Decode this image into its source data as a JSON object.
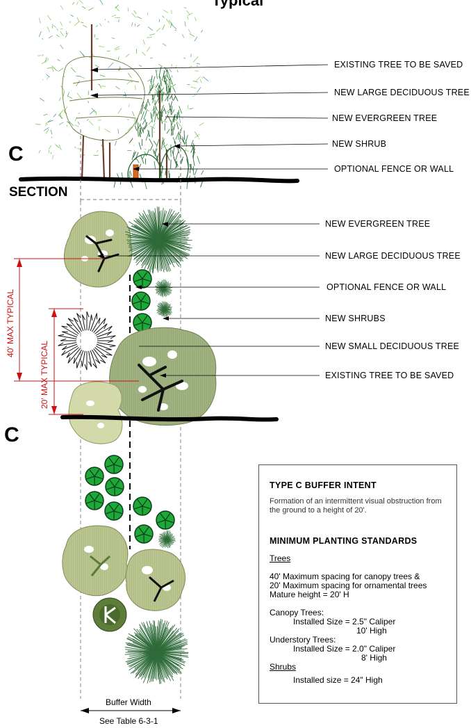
{
  "title_fragment": "Typical",
  "section_letter_top": "C",
  "section_word": "SECTION",
  "section_letter_plan": "C",
  "section_labels": [
    "EXISTING TREE TO BE SAVED",
    "NEW LARGE DECIDUOUS TREE",
    "NEW EVERGREEN TREE",
    "NEW SHRUB",
    "OPTIONAL FENCE OR WALL"
  ],
  "plan_labels": [
    "NEW EVERGREEN TREE",
    "NEW LARGE DECIDUOUS TREE",
    "OPTIONAL FENCE OR WALL",
    "NEW SHRUBS",
    "NEW SMALL DECIDUOUS TREE",
    "EXISTING TREE TO BE SAVED"
  ],
  "dimensions": {
    "forty": "40' MAX TYPICAL",
    "twenty": "20' MAX TYPICAL"
  },
  "buffer": {
    "width_label": "Buffer Width",
    "table_ref": "See Table 6-3-1"
  },
  "intent_box": {
    "heading": "TYPE C BUFFER INTENT",
    "description": "Formation of an intermittent visual obstruction from the ground to a height of 20'.",
    "standards_heading": "MINIMUM PLANTING STANDARDS",
    "trees_heading": "Trees",
    "trees_lines": [
      "40' Maximum spacing for canopy trees &",
      "20' Maximum spacing for ornamental trees",
      "Mature height = 20' H"
    ],
    "canopy_heading": "Canopy Trees:",
    "canopy_size": "Installed Size = 2.5\" Caliper",
    "canopy_height": "10' High",
    "understory_heading": "Understory Trees:",
    "understory_size": "Installed Size = 2.0\" Caliper",
    "understory_height": "8' High",
    "shrubs_heading": "Shrubs",
    "shrubs_size": "Installed size = 24\" High"
  },
  "colors": {
    "deciduous_fill": "#b7c28a",
    "existing_fill": "#9fb27f",
    "small_deciduous_fill": "#d2d8a8",
    "evergreen": "#2f6b3a",
    "shrub_fill": "#1fa83a",
    "dimension_red": "#cc1111",
    "dark_deciduous": "#5a7a3a"
  }
}
